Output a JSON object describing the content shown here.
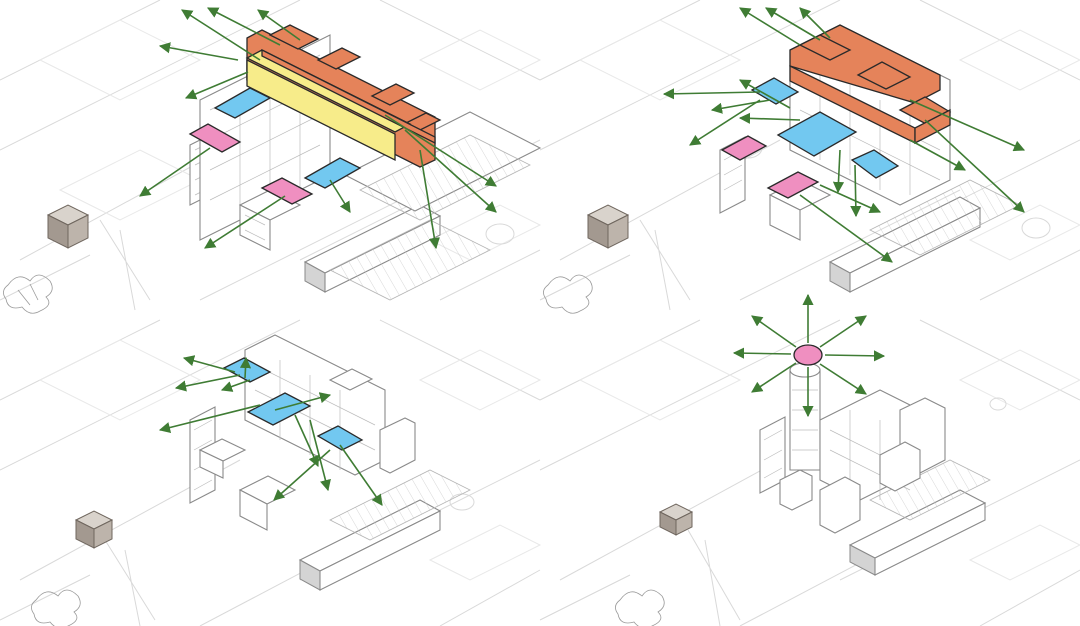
{
  "panels": [
    {
      "id": "top-left",
      "view_radiating": false
    },
    {
      "id": "top-right",
      "view_radiating": false
    },
    {
      "id": "bottom-left",
      "view_radiating": false
    },
    {
      "id": "bottom-right",
      "view_radiating": true
    }
  ],
  "colors": {
    "roof_orange": "#e5835a",
    "corridor_yellow": "#f7ec8a",
    "roof_blue": "#72c8f0",
    "roof_pink": "#ef8fc0",
    "view_arrow_green": "#3f7c34",
    "landmark_cube": "#a39990"
  }
}
